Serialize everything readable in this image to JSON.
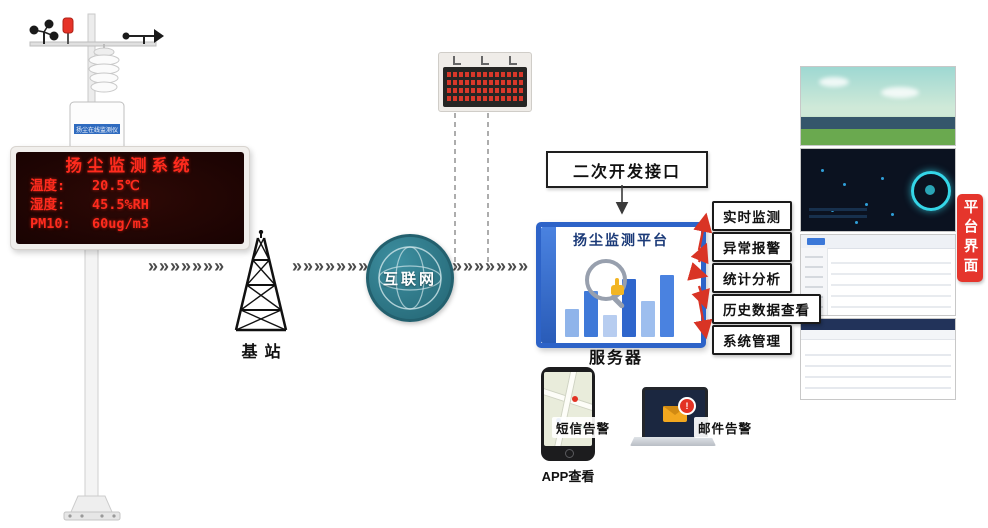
{
  "station": {
    "cabinet_label": "扬尘在线监测仪",
    "display": {
      "title": "扬尘监测系统",
      "rows": [
        {
          "label": "温度:",
          "value": "20.5℃"
        },
        {
          "label": "湿度:",
          "value": "45.5%RH"
        },
        {
          "label": "PM10:",
          "value": "60ug/m3"
        }
      ]
    }
  },
  "flow": {
    "trail_glyphs": "»»»»»»»",
    "base_station_label": "基站",
    "internet_label": "互联网",
    "server_label": "服务器",
    "server_screen_title": "扬尘监测平台",
    "dev_interface_label": "二次开发接口"
  },
  "features": [
    {
      "label": "实时监测"
    },
    {
      "label": "异常报警"
    },
    {
      "label": "统计分析"
    },
    {
      "label": "历史数据查看"
    },
    {
      "label": "系统管理"
    }
  ],
  "platform_tag": "平台界面",
  "alerts": {
    "app_label": "APP查看",
    "sms_label": "短信告警",
    "email_label": "邮件告警",
    "email_badge": "!"
  },
  "colors": {
    "led_red": "#ff2b1e",
    "internet_teal": "#2f7d8c",
    "server_blue": "#2d63c8",
    "arrow_red": "#d93425",
    "tag_red": "#e5352c"
  }
}
